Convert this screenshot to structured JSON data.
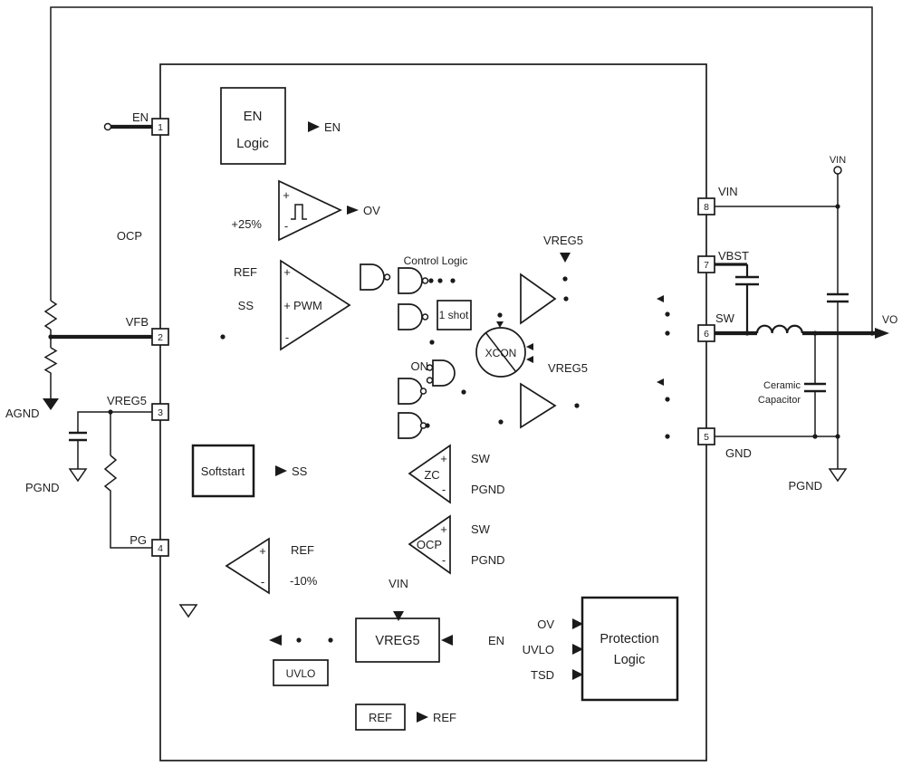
{
  "diagram": {
    "pins": {
      "p1": {
        "num": "1",
        "label": "EN"
      },
      "p2": {
        "num": "2",
        "label": "VFB"
      },
      "p3": {
        "num": "3",
        "label": "VREG5"
      },
      "p4": {
        "num": "4",
        "label": "PG"
      },
      "p5": {
        "num": "5",
        "label": "GND"
      },
      "p6": {
        "num": "6",
        "label": "SW"
      },
      "p7": {
        "num": "7",
        "label": "VBST"
      },
      "p8": {
        "num": "8",
        "label": "VIN"
      }
    },
    "blocks": {
      "en_logic_line1": "EN",
      "en_logic_line2": "Logic",
      "softstart": "Softstart",
      "one_shot": "1 shot",
      "xcon": "XCON",
      "vreg5": "VREG5",
      "uvlo": "UVLO",
      "ref": "REF",
      "protection_line1": "Protection",
      "protection_line2": "Logic"
    },
    "labels": {
      "en_input": "EN",
      "en_out": "EN",
      "ov_out": "OV",
      "plus25": "+25%",
      "ref_in": "REF",
      "ss_in": "SS",
      "pwm": "PWM",
      "control_logic": "Control Logic",
      "ocp_left": "OCP",
      "on": "ON",
      "vreg5_hs": "VREG5",
      "vreg5_ls": "VREG5",
      "zc": "ZC",
      "zc_sw": "SW",
      "zc_pgnd": "PGND",
      "ocp_cmp": "OCP",
      "ocp_sw": "SW",
      "ocp_pgnd": "PGND",
      "vin_vreg": "VIN",
      "en_vreg": "EN",
      "ss_out": "SS",
      "ref_pg": "REF",
      "minus10": "-10%",
      "ref_out": "REF",
      "prot_ov": "OV",
      "prot_uvlo": "UVLO",
      "prot_tsd": "TSD",
      "agnd": "AGND",
      "pgnd_left": "PGND",
      "pgnd_right": "PGND",
      "gnd": "GND",
      "vin_top": "VIN",
      "vo": "VO",
      "ceramic_line1": "Ceramic",
      "ceramic_line2": "Capacitor",
      "plus": "+",
      "minus": "-"
    },
    "colors": {
      "line": "#1a1a1a",
      "text": "#1f1f1f",
      "background": "#ffffff"
    }
  }
}
